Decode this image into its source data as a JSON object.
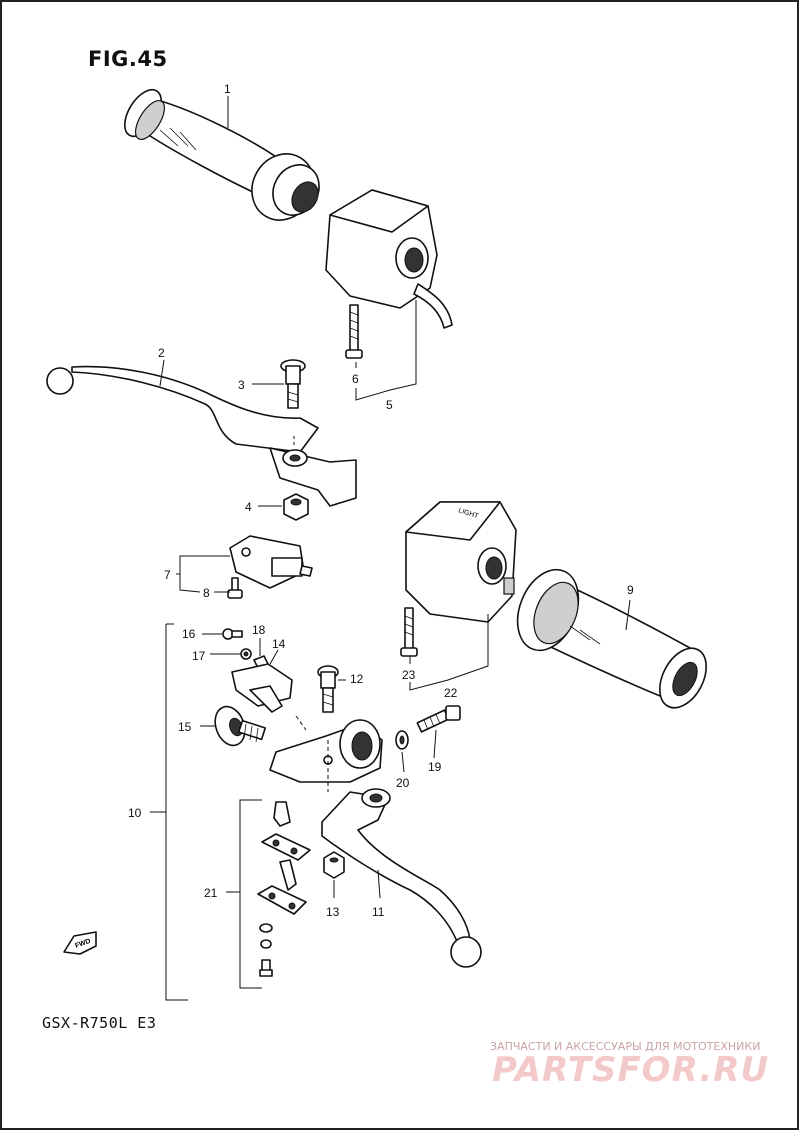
{
  "figure": {
    "title": "FIG.45",
    "model": "GSX-R750L  E3",
    "fwd_icon": "forward-arrow-icon",
    "fwd_label": "FWD"
  },
  "callouts": [
    {
      "id": "1",
      "part": "throttle-grip"
    },
    {
      "id": "2",
      "part": "brake-lever"
    },
    {
      "id": "3",
      "part": "pivot-bolt-brake"
    },
    {
      "id": "4",
      "part": "lever-nut-brake"
    },
    {
      "id": "5",
      "part": "right-handlebar-switch"
    },
    {
      "id": "6",
      "part": "switch-screw-right"
    },
    {
      "id": "7",
      "part": "front-stop-switch"
    },
    {
      "id": "8",
      "part": "stop-switch-screw"
    },
    {
      "id": "9",
      "part": "left-handlebar-grip"
    },
    {
      "id": "10",
      "part": "clutch-lever-holder-assy"
    },
    {
      "id": "11",
      "part": "clutch-lever"
    },
    {
      "id": "12",
      "part": "pivot-bolt-clutch"
    },
    {
      "id": "13",
      "part": "lever-nut-clutch"
    },
    {
      "id": "14",
      "part": "clutch-switch"
    },
    {
      "id": "15",
      "part": "adjuster"
    },
    {
      "id": "16",
      "part": "switch-screw-clutch"
    },
    {
      "id": "17",
      "part": "washer"
    },
    {
      "id": "18",
      "part": "spacer"
    },
    {
      "id": "19",
      "part": "holder-bolt"
    },
    {
      "id": "20",
      "part": "holder-washer"
    },
    {
      "id": "21",
      "part": "clamp-set"
    },
    {
      "id": "22",
      "part": "left-handlebar-switch"
    },
    {
      "id": "23",
      "part": "switch-screw-left"
    }
  ],
  "switch_marking": "LIGHT",
  "watermark": {
    "line1": "ЗАПЧАСТИ И АКСЕССУАРЫ ДЛЯ МОТОТЕХНИКИ",
    "logo": "PARTSFOR.RU"
  }
}
